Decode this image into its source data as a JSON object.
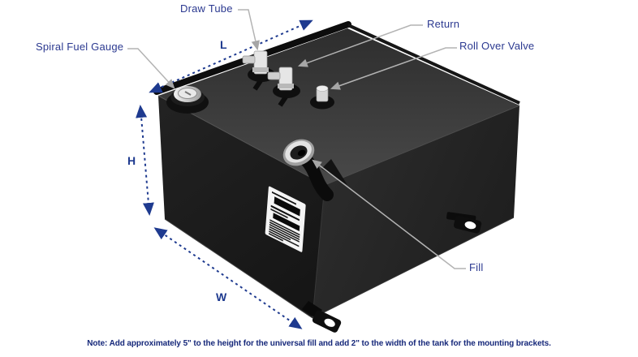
{
  "diagram": {
    "callouts": {
      "spiral_fuel_gauge": "Spiral Fuel Gauge",
      "draw_tube": "Draw Tube",
      "return": "Return",
      "roll_over_valve": "Roll Over Valve",
      "fill": "Fill"
    },
    "dimension_labels": {
      "length": "L",
      "height": "H",
      "width": "W"
    },
    "note": "Note: Add approximately 5\" to the height for the universal fill and add 2\" to the width of the tank for the mounting brackets.",
    "colors": {
      "callout_text": "#2b3990",
      "dimension_text": "#1e3a8f",
      "dimension_arrow": "#1e3a8f",
      "leader_line": "#b0b0b0",
      "note_text": "#16287a",
      "tank_top": "#3e3e3e",
      "tank_left": "#1b1b1b",
      "tank_right": "#242424",
      "background": "#ffffff"
    }
  }
}
